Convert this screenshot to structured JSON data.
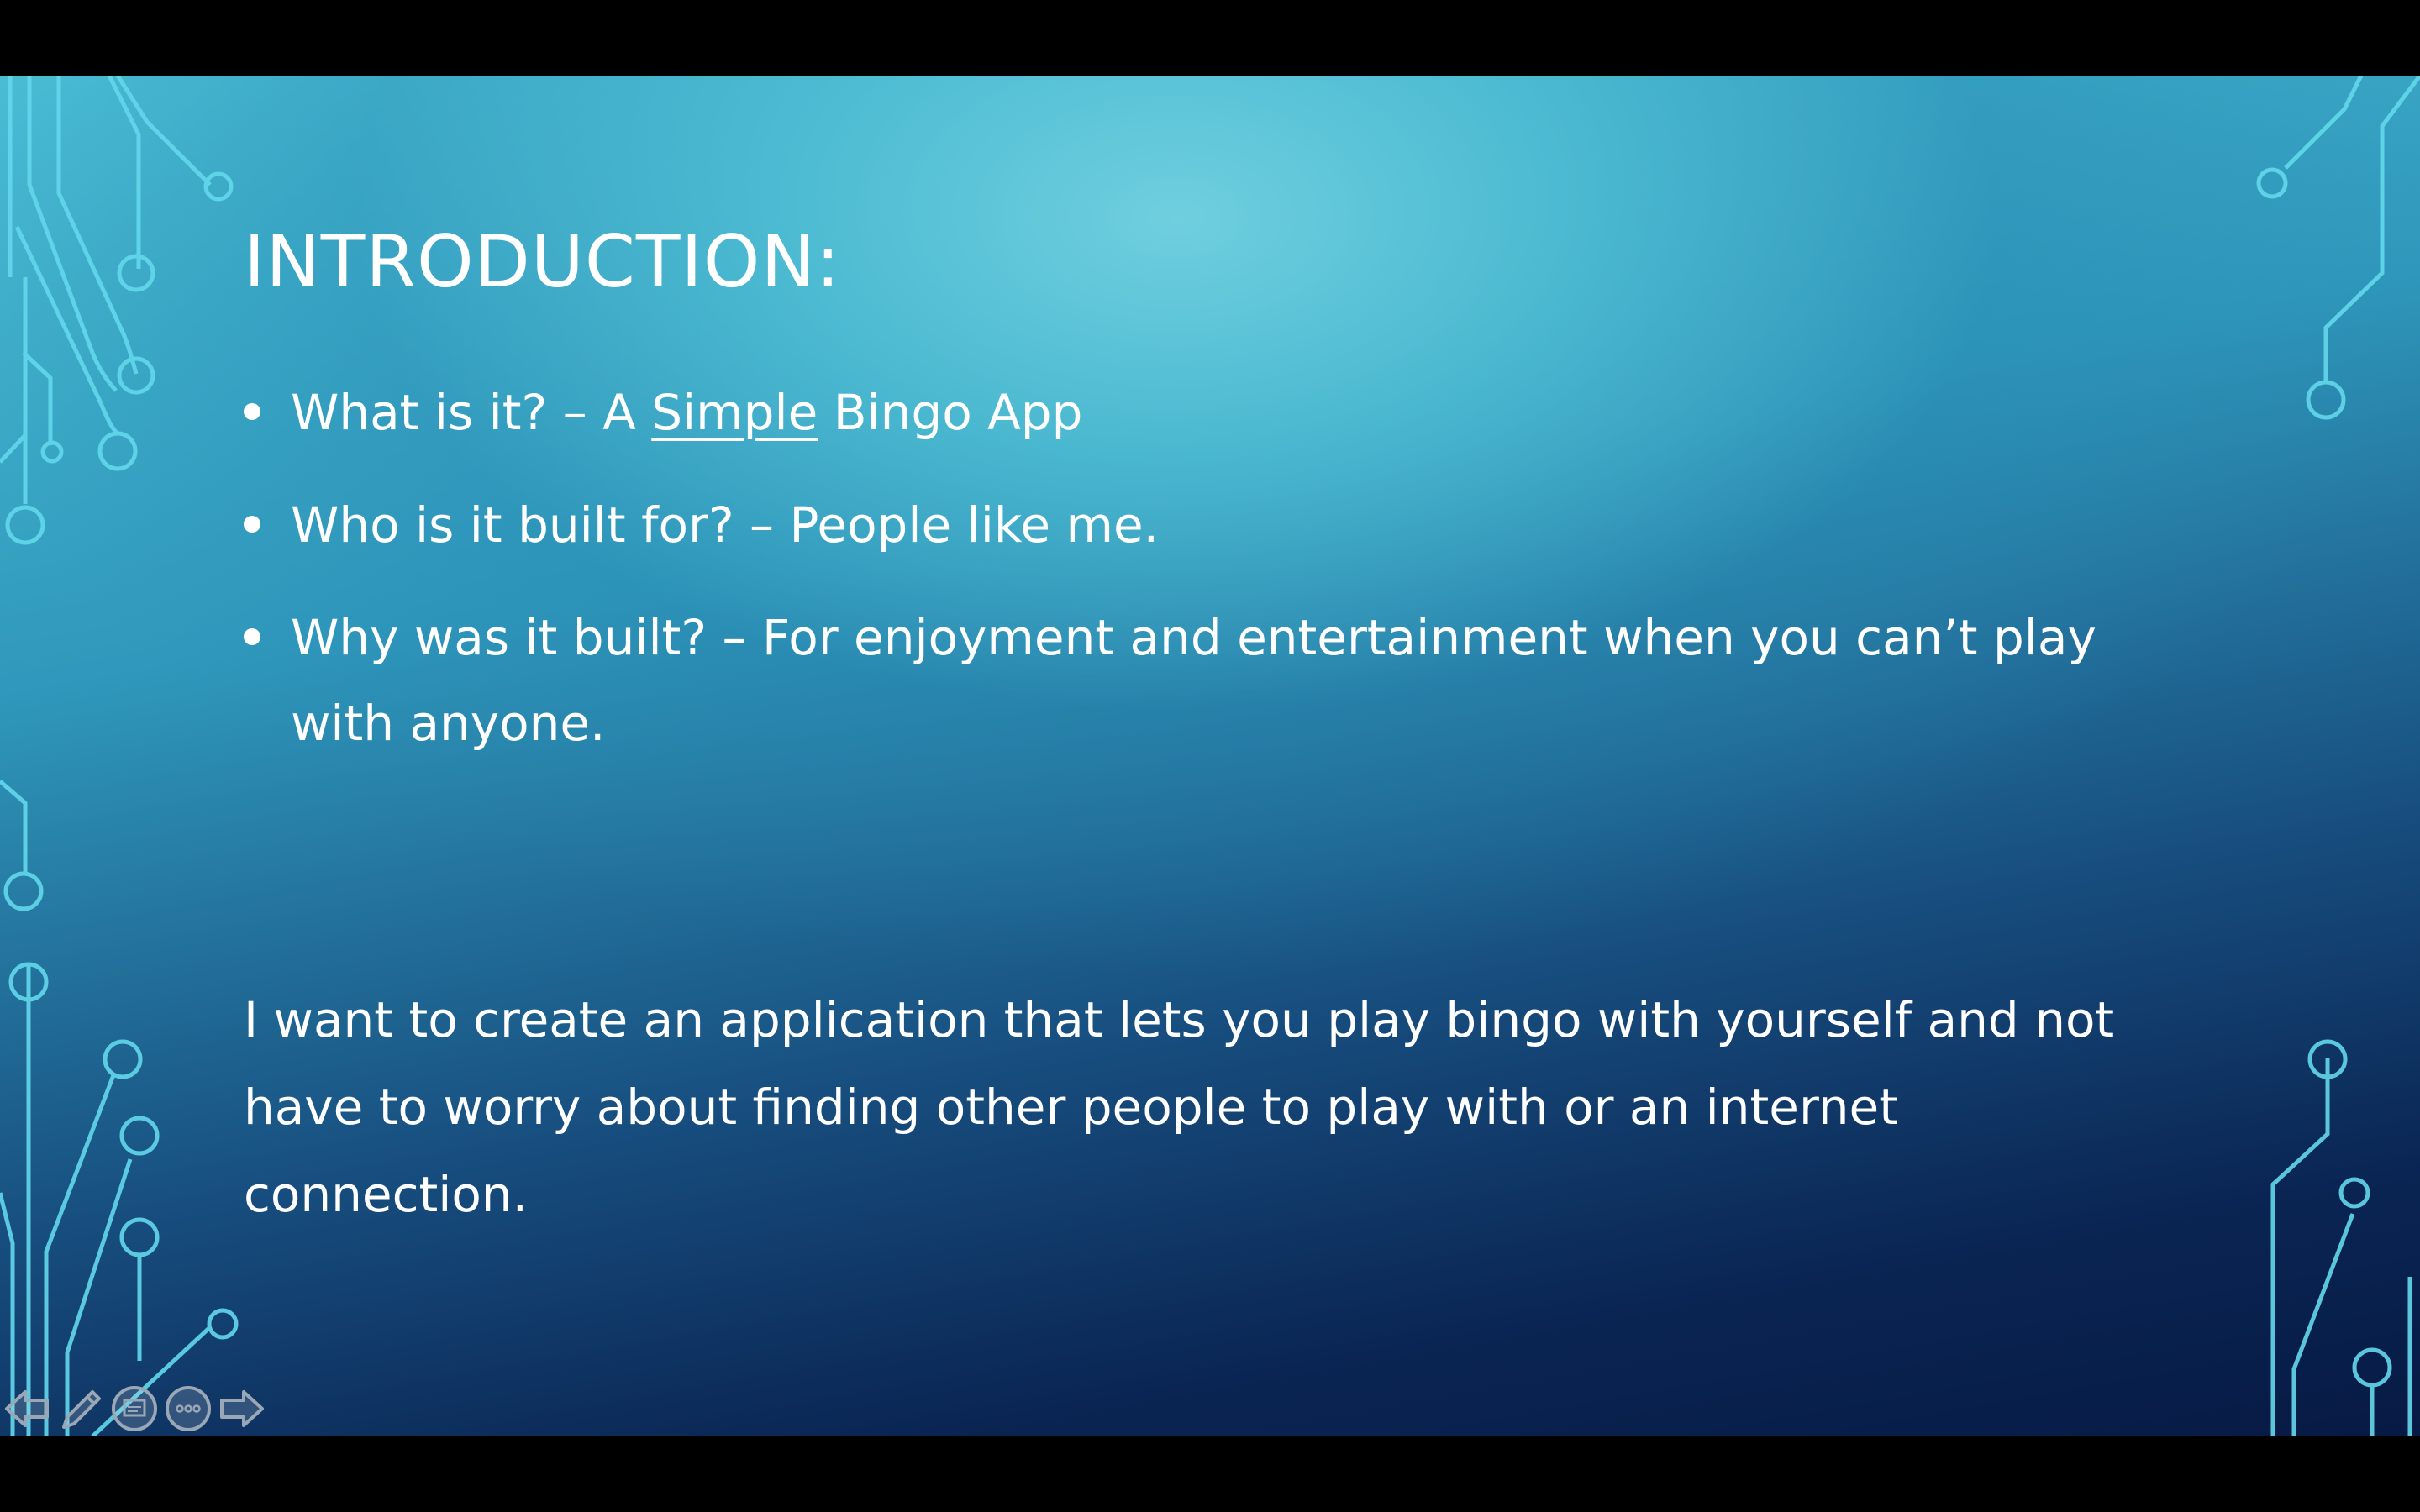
{
  "slide": {
    "title": "INTRODUCTION:",
    "bullets": [
      {
        "before": "What is it? – A ",
        "link": "Simple",
        "after": " Bingo App"
      },
      {
        "text": "Who is it built for? – People like me."
      },
      {
        "text": "Why was it built? – For enjoyment and entertainment when you can’t play with anyone."
      }
    ],
    "paragraph": "I want to create an application that lets you play bingo with yourself and not have to worry about finding other people to play with or an internet connection."
  },
  "nav_controls": [
    {
      "name": "previous-slide-button",
      "icon": "arrow-left-icon"
    },
    {
      "name": "pen-tool-button",
      "icon": "pen-icon"
    },
    {
      "name": "slide-grid-button",
      "icon": "slides-icon"
    },
    {
      "name": "more-options-button",
      "icon": "more-icon"
    },
    {
      "name": "next-slide-button",
      "icon": "arrow-right-icon"
    }
  ],
  "colors": {
    "text": "#ffffff",
    "circuit": "#5fd6ea",
    "background_light": "#6fcfdf",
    "background_dark": "#071a45"
  }
}
